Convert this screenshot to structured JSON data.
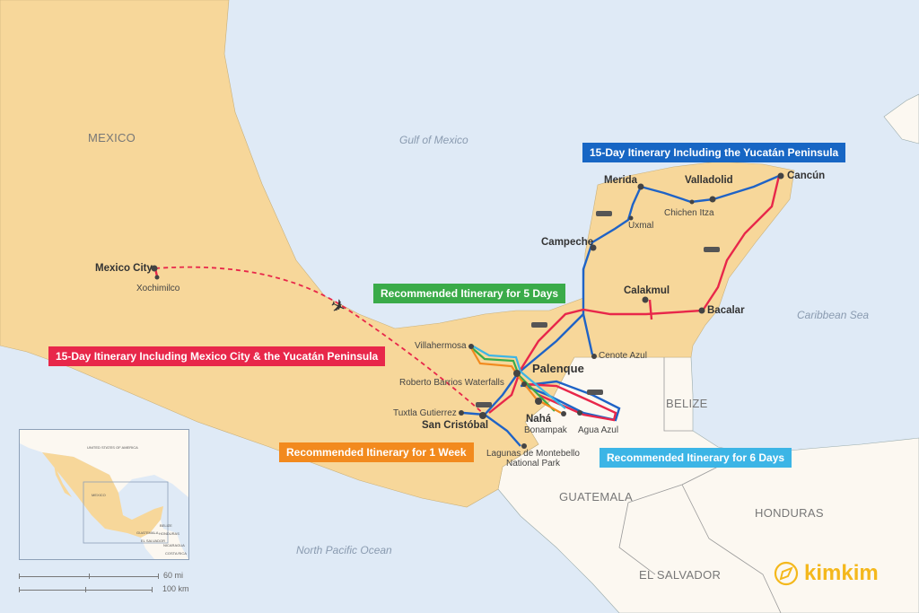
{
  "colors": {
    "sea": "#dfeaf6",
    "mexico": "#f7d79a",
    "other_land": "#fcf8f1",
    "route_red": "#e8274a",
    "route_blue": "#1f63c6",
    "route_green": "#3aab49",
    "route_orange": "#f28a1e",
    "route_cyan": "#3cb5e6",
    "brand": "#f4b81c"
  },
  "countries": {
    "mexico": "MEXICO",
    "belize": "BELIZE",
    "guatemala": "GUATEMALA",
    "honduras": "HONDURAS",
    "el_salvador": "EL SALVADOR"
  },
  "seas": {
    "gulf": "Gulf of Mexico",
    "caribbean": "Caribbean Sea",
    "pacific": "North Pacific Ocean"
  },
  "cities": {
    "mexico_city": "Mexico City",
    "xochimilco": "Xochimilco",
    "merida": "Merida",
    "valladolid": "Valladolid",
    "cancun": "Cancún",
    "chichen_itza": "Chichen Itza",
    "uxmal": "Uxmal",
    "campeche": "Campeche",
    "calakmul": "Calakmul",
    "bacalar": "Bacalar",
    "cenote_azul": "Cenote Azul",
    "villahermosa": "Villahermosa",
    "palenque": "Palenque",
    "roberto_barrios": "Roberto Barrios Waterfalls",
    "tuxtla": "Tuxtla Gutierrez",
    "san_cristobal": "San Cristóbal",
    "naha": "Nahá",
    "bonampak": "Bonampak",
    "agua_azul": "Agua Azul",
    "lagunas": "Lagunas de Montebello National Park"
  },
  "itineraries": [
    {
      "label": "15-Day Itinerary Including the Yucatán Peninsula",
      "color": "#1766c4"
    },
    {
      "label": "Recommended Itinerary for 5 Days",
      "color": "#3aab49"
    },
    {
      "label": "15-Day Itinerary Including Mexico City & the Yucatán Peninsula",
      "color": "#e8274a"
    },
    {
      "label": "Recommended Itinerary for 1 Week",
      "color": "#f28a1e"
    },
    {
      "label": "Recommended Itinerary for 6 Days",
      "color": "#3cb5e6"
    }
  ],
  "inset": {
    "labels": [
      "UNITED STATES OF AMERICA",
      "MEXICO",
      "BELIZE",
      "GUATEMALA",
      "HONDURAS",
      "EL SALVADOR",
      "NICARAGUA",
      "COSTA RICA"
    ]
  },
  "scale": {
    "miles": "60 mi",
    "km": "100 km"
  },
  "brand": {
    "name": "kimkim"
  }
}
